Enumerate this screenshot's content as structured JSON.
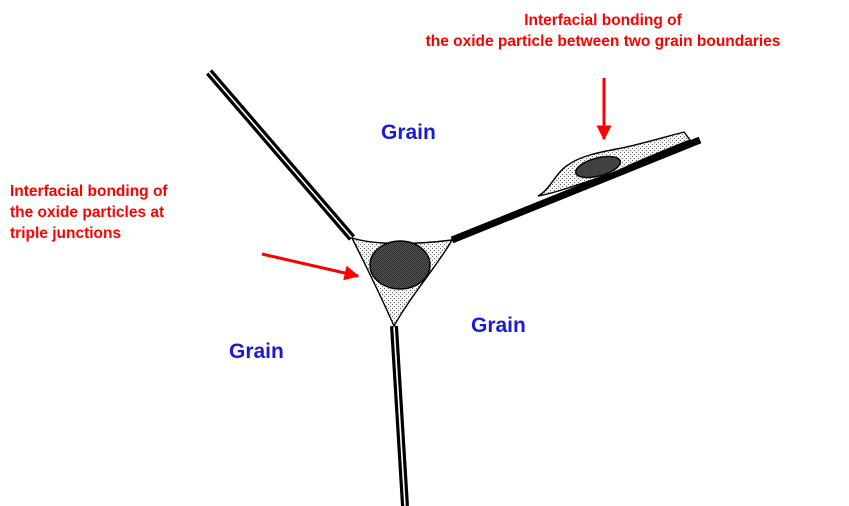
{
  "annotations": {
    "top_right": {
      "line1": "Interfacial bonding of",
      "line2": "the oxide particle between two grain boundaries"
    },
    "left": {
      "line1": "Interfacial bonding of",
      "line2": "the oxide particles at",
      "line3": "triple junctions"
    }
  },
  "grains": {
    "top": "Grain",
    "right": "Grain",
    "left": "Grain"
  },
  "colors": {
    "annotation": "#ff0000",
    "grain_label": "#1a1ad8",
    "boundary": "#000000",
    "oxide_particle": "#444444",
    "bonding_region": "#e0e0e0"
  }
}
